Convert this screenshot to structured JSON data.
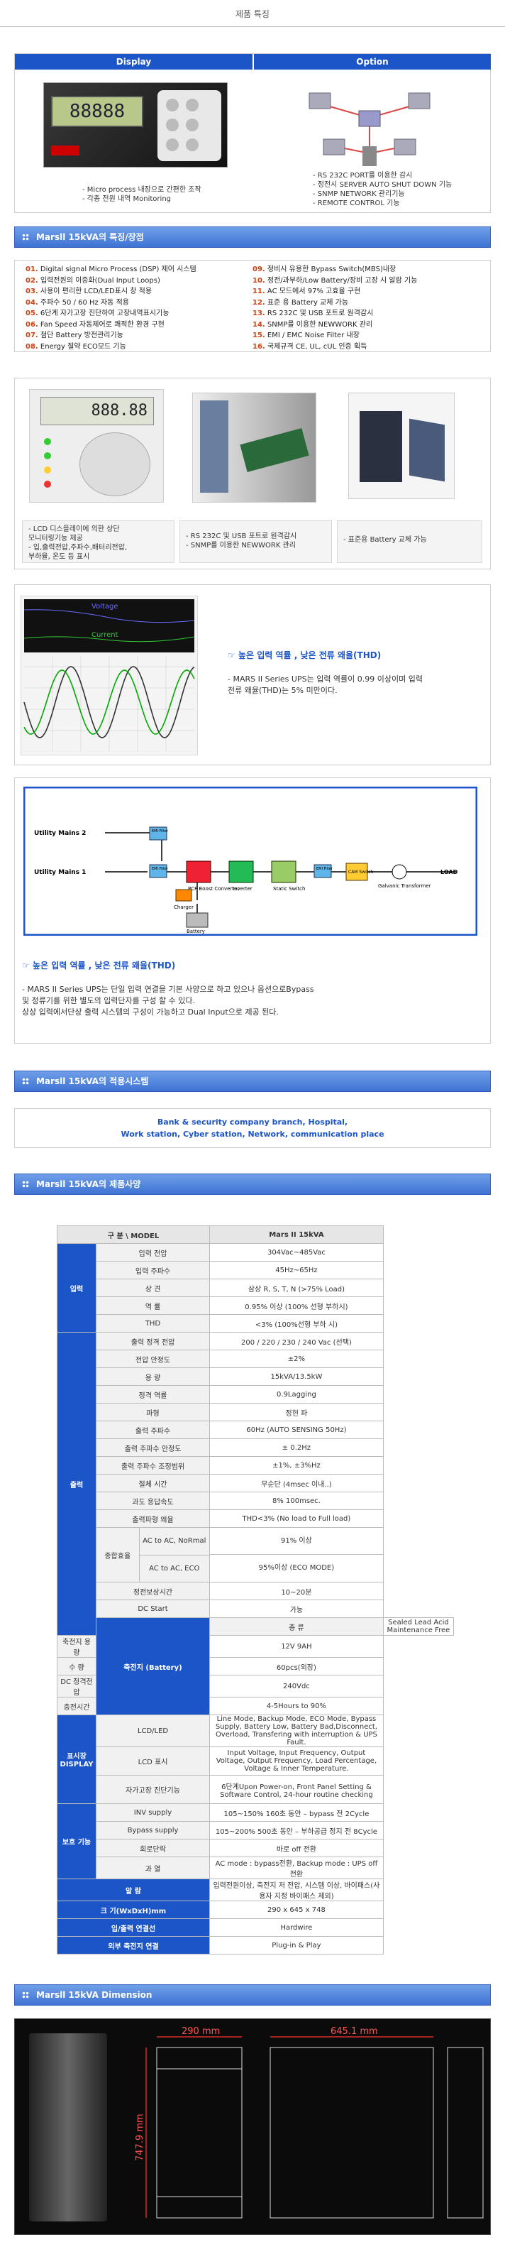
{
  "page_title": "제품 특징",
  "features": {
    "display_head": "Display",
    "option_head": "Option",
    "display_screen": "88888",
    "display_bullets": [
      "- Micro process 내장으로 간편한 조작",
      "- 각종 전원 내역 Monitoring"
    ],
    "option_bullets": [
      "- RS 232C PORT를 이용한 감시",
      "- 정전시 SERVER AUTO SHUT DOWN 기능",
      "- SNMP NETWORK 관리기능",
      "- REMOTE CONTROL 기능"
    ]
  },
  "section1": {
    "title": "Marsll 15kVA의 특징/장점",
    "left": [
      {
        "num": "01.",
        "text": "Digital signal Micro Process (DSP) 제어 시스템"
      },
      {
        "num": "02.",
        "text": "입력전원의 이중화(Dual Input Loops)"
      },
      {
        "num": "03.",
        "text": "사용이 편리한 LCD/LED표시 창 적용"
      },
      {
        "num": "04.",
        "text": "주파수 50 / 60 Hz 자동 적용"
      },
      {
        "num": "05.",
        "text": "6단계 자가고장 진단하여 고장내역표시기능"
      },
      {
        "num": "06.",
        "text": "Fan Speed 자동제어로 쾌적한 환경 구현"
      },
      {
        "num": "07.",
        "text": "첨단 Battery 방전관리기능"
      },
      {
        "num": "08.",
        "text": "Energy 절약 ECO모드 기능"
      }
    ],
    "right": [
      {
        "num": "09.",
        "text": "정비시 유용한 Bypass Switch(MBS)내장"
      },
      {
        "num": "10.",
        "text": "정전/과부하/Low Battery/장비 고장 시 알람 기능"
      },
      {
        "num": "11.",
        "text": "AC 모드에서 97% 고효율 구현"
      },
      {
        "num": "12.",
        "text": "표준 용 Battery 교체 가능"
      },
      {
        "num": "13.",
        "text": "RS 232C 및 USB 포트로 원격감시"
      },
      {
        "num": "14.",
        "text": "SNMP를 이용한 NEWWORK 관리"
      },
      {
        "num": "15.",
        "text": "EMI / EMC Noise Filter 내장"
      },
      {
        "num": "16.",
        "text": "국제규격 CE, UL, cUL 인증 획득"
      }
    ]
  },
  "gallery": {
    "lcd_display": "888.88",
    "captions": [
      [
        "- LCD 디스플레이에 의한 상단",
        "모니터링기능 제공",
        "- 입,출력전압,주파수,배터리전압,",
        "부하율, 온도 등 표시"
      ],
      [
        "- RS 232C 및 USB 포트로 원격감시",
        "- SNMP를 이용한 NEWWORK 관리"
      ],
      [
        "- 표준용 Battery 교체 가능"
      ]
    ]
  },
  "thd": {
    "voltage_label": "Voltage",
    "current_label": "Current",
    "title": "☞ 높은 입력 역률 , 낮은 전류 왜율(THD)",
    "text": [
      "- MARS II Series UPS는 입력 역률이 0.99 이상이며 입력",
      "전류 왜율(THD)는 5% 미만이다."
    ]
  },
  "diagram": {
    "mains2": "Utility Mains 2",
    "mains1": "Utility Mains 1",
    "emi": "EMI Filter",
    "charger": "Charger",
    "pcf": "PCF Boost Converter",
    "inverter": "Inverter",
    "static": "Static Switch",
    "cam": "CAM Switch",
    "galvanic": "Galvanic Transformer",
    "load": "LOAD",
    "battery": "Battery",
    "title": "☞ 높은 입력 역률 , 낮은 전류 왜율(THD)",
    "text": [
      "- MARS II Series UPS는 단일 입력 연결을 기본 사양으로 하고 있으나 옵션으로Bypass",
      "및 정류기를 위한 별도의 입력단자를 구성 할 수 있다.",
      "상상 입력에서단상 출력 시스템의 구성이 가능하고 Dual Input으로 제공 된다."
    ]
  },
  "section2": {
    "title": "Marsll 15kVA의 적용시스템",
    "lines": [
      "Bank & security company branch, Hospital,",
      "Work station, Cyber station, Network, communication place"
    ]
  },
  "section3": {
    "title": "Marsll 15kVA의 제품사양",
    "head_label": "구 분 \\ MODEL",
    "head_value": "Mars II 15kVA",
    "input": {
      "cat": "입력",
      "rows": [
        [
          "입력 전압",
          "304Vac~485Vac"
        ],
        [
          "입력 주파수",
          "45Hz~65Hz"
        ],
        [
          "상 견",
          "삼상 R, S, T, N (>75% Load)"
        ],
        [
          "역 률",
          "0.95% 이상 (100% 선형 부하시)"
        ],
        [
          "THD",
          "<3% (100%선형 부하 시)"
        ]
      ]
    },
    "output": {
      "cat": "출력",
      "rows": [
        [
          "출력 정격 전압",
          "200 / 220 / 230 / 240 Vac (선택)"
        ],
        [
          "전압 안정도",
          "±2%"
        ],
        [
          "용 량",
          "15kVA/13.5kW"
        ],
        [
          "정격 역률",
          "0.9Lagging"
        ],
        [
          "파형",
          "정현 파"
        ],
        [
          "출력 주파수",
          "60Hz (AUTO SENSING 50Hz)"
        ],
        [
          "출력 주파수 안정도",
          "± 0.2Hz"
        ],
        [
          "출력 주파수 조정범위",
          "±1%, ±3%Hz"
        ],
        [
          "절체 시간",
          "무순단 (4msec 이내..)"
        ],
        [
          "과도 응답속도",
          "8% 100msec."
        ],
        [
          "출력파형 왜율",
          "THD<3% (No load to Full load)"
        ]
      ],
      "eff_label": "종합효율",
      "eff": [
        [
          "AC to AC, NoRmal",
          "91% 이상"
        ],
        [
          "AC to AC, ECO",
          "95%이상 (ECO MODE)"
        ]
      ],
      "tail": [
        [
          "정전보상시간",
          "10~20분"
        ],
        [
          "DC Start",
          "가능"
        ]
      ]
    },
    "battery": {
      "cat": "축전지 (Battery)",
      "rows": [
        [
          "종 류",
          "Sealed Lead Acid Maintenance Free"
        ],
        [
          "축전지 용량",
          "12V 9AH"
        ],
        [
          "수 량",
          "60pcs(외장)"
        ],
        [
          "DC 정격전압",
          "240Vdc"
        ],
        [
          "충전시간",
          "4-5Hours to 90%"
        ]
      ]
    },
    "display": {
      "cat": "표시장 DISPLAY",
      "rows": [
        [
          "LCD/LED",
          "Line Mode, Backup Mode, ECO Mode, Bypass Supply, Battery Low, Battery Bad,Disconnect, Overload, Transfering with interruption & UPS Fault."
        ],
        [
          "LCD 표시",
          "Input Voltage, Input Frequency, Output Voltage, Output Frequency, Load Percentage, Voltage & Inner Temperature."
        ],
        [
          "자가고장 진단기능",
          "6단계Upon Power-on, Front Panel Setting & Software Control, 24-hour routine checking"
        ]
      ]
    },
    "protect": {
      "cat": "보호 기능",
      "rows": [
        [
          "INV supply",
          "105~150% 160초 동안 – bypass 전 2Cycle"
        ],
        [
          "Bypass supply",
          "105~200% 500초 동안 – 부하공급 정지 전 8Cycle"
        ],
        [
          "회로단락",
          "바로 off 전환"
        ],
        [
          "과 열",
          "AC mode : bypass전환, Backup mode : UPS off 전환"
        ]
      ]
    },
    "bottom": [
      [
        "알 람",
        "입력전원이상, 축전지 저 전압, 시스템 이상, 바이패스(사용자 지정 바이패스 제외)"
      ],
      [
        "크 기(WxDxH)mm",
        "290 x 645 x 748"
      ],
      [
        "입/출력 연결선",
        "Hardwire"
      ],
      [
        "외부 축전지 연결",
        "Plug-in & Play"
      ]
    ]
  },
  "section4": {
    "title": "Marsll 15kVA Dimension",
    "width": "290 mm",
    "depth": "645.1 mm",
    "height": "747.9 mm"
  }
}
